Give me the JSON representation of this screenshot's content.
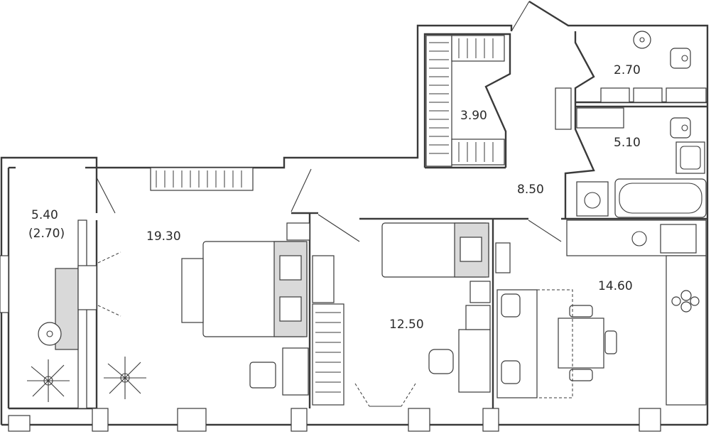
{
  "rooms": [
    {
      "id": "balcony",
      "area": "5.40",
      "secondary": "(2.70)"
    },
    {
      "id": "bedroom-1",
      "area": "19.30"
    },
    {
      "id": "wardrobe",
      "area": "3.90"
    },
    {
      "id": "hallway",
      "area": "8.50"
    },
    {
      "id": "toilet",
      "area": "2.70"
    },
    {
      "id": "bathroom",
      "area": "5.10"
    },
    {
      "id": "bedroom-2",
      "area": "12.50"
    },
    {
      "id": "kitchen",
      "area": "14.60"
    }
  ],
  "colors": {
    "wall": "#3a3a3a",
    "furniture_fill": "#d9d9d9",
    "background": "#ffffff"
  }
}
